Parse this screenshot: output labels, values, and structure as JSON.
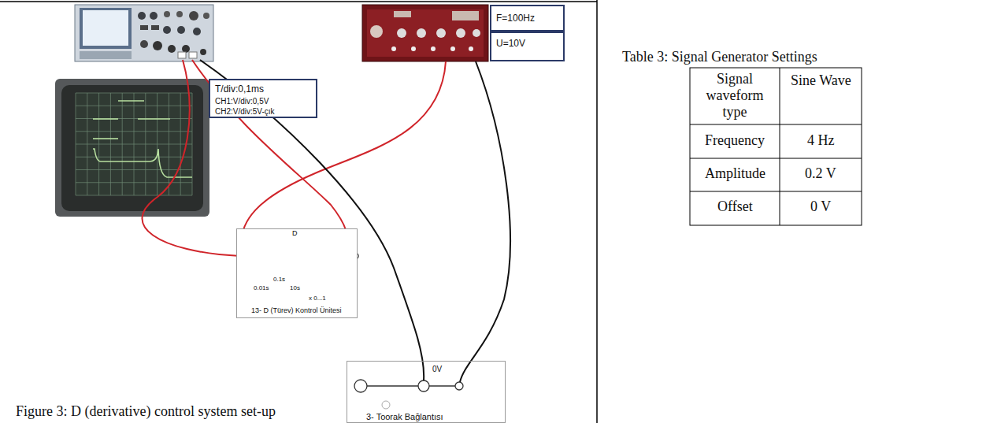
{
  "diagram": {
    "caption": "Figure 3: D (derivative) control system set-up",
    "nodes": [
      {
        "text": [
          "F=100Hz"
        ]
      },
      {
        "text": [
          "U=10V"
        ]
      },
      {
        "text": [
          "T/div:0,1ms",
          "CH1:V/div:0,5V",
          "CH2:V/div:5V-çık"
        ]
      },
      {
        "text": [
          "D",
          "13- D (Türev) Kontrol Ünitesi"
        ]
      },
      {
        "text": [
          "0V",
          "3- Toorak Bağlantısı"
        ]
      }
    ],
    "labels": [
      "0.1s",
      "0.01s",
      "10s",
      "x 0...1",
      "Table 3: Signal Generator Settings",
      "Signal waveform type",
      "Sine Wave",
      "Frequency",
      "4 Hz",
      "Amplitude",
      "0.2 V",
      "Offset",
      "0 V"
    ]
  }
}
